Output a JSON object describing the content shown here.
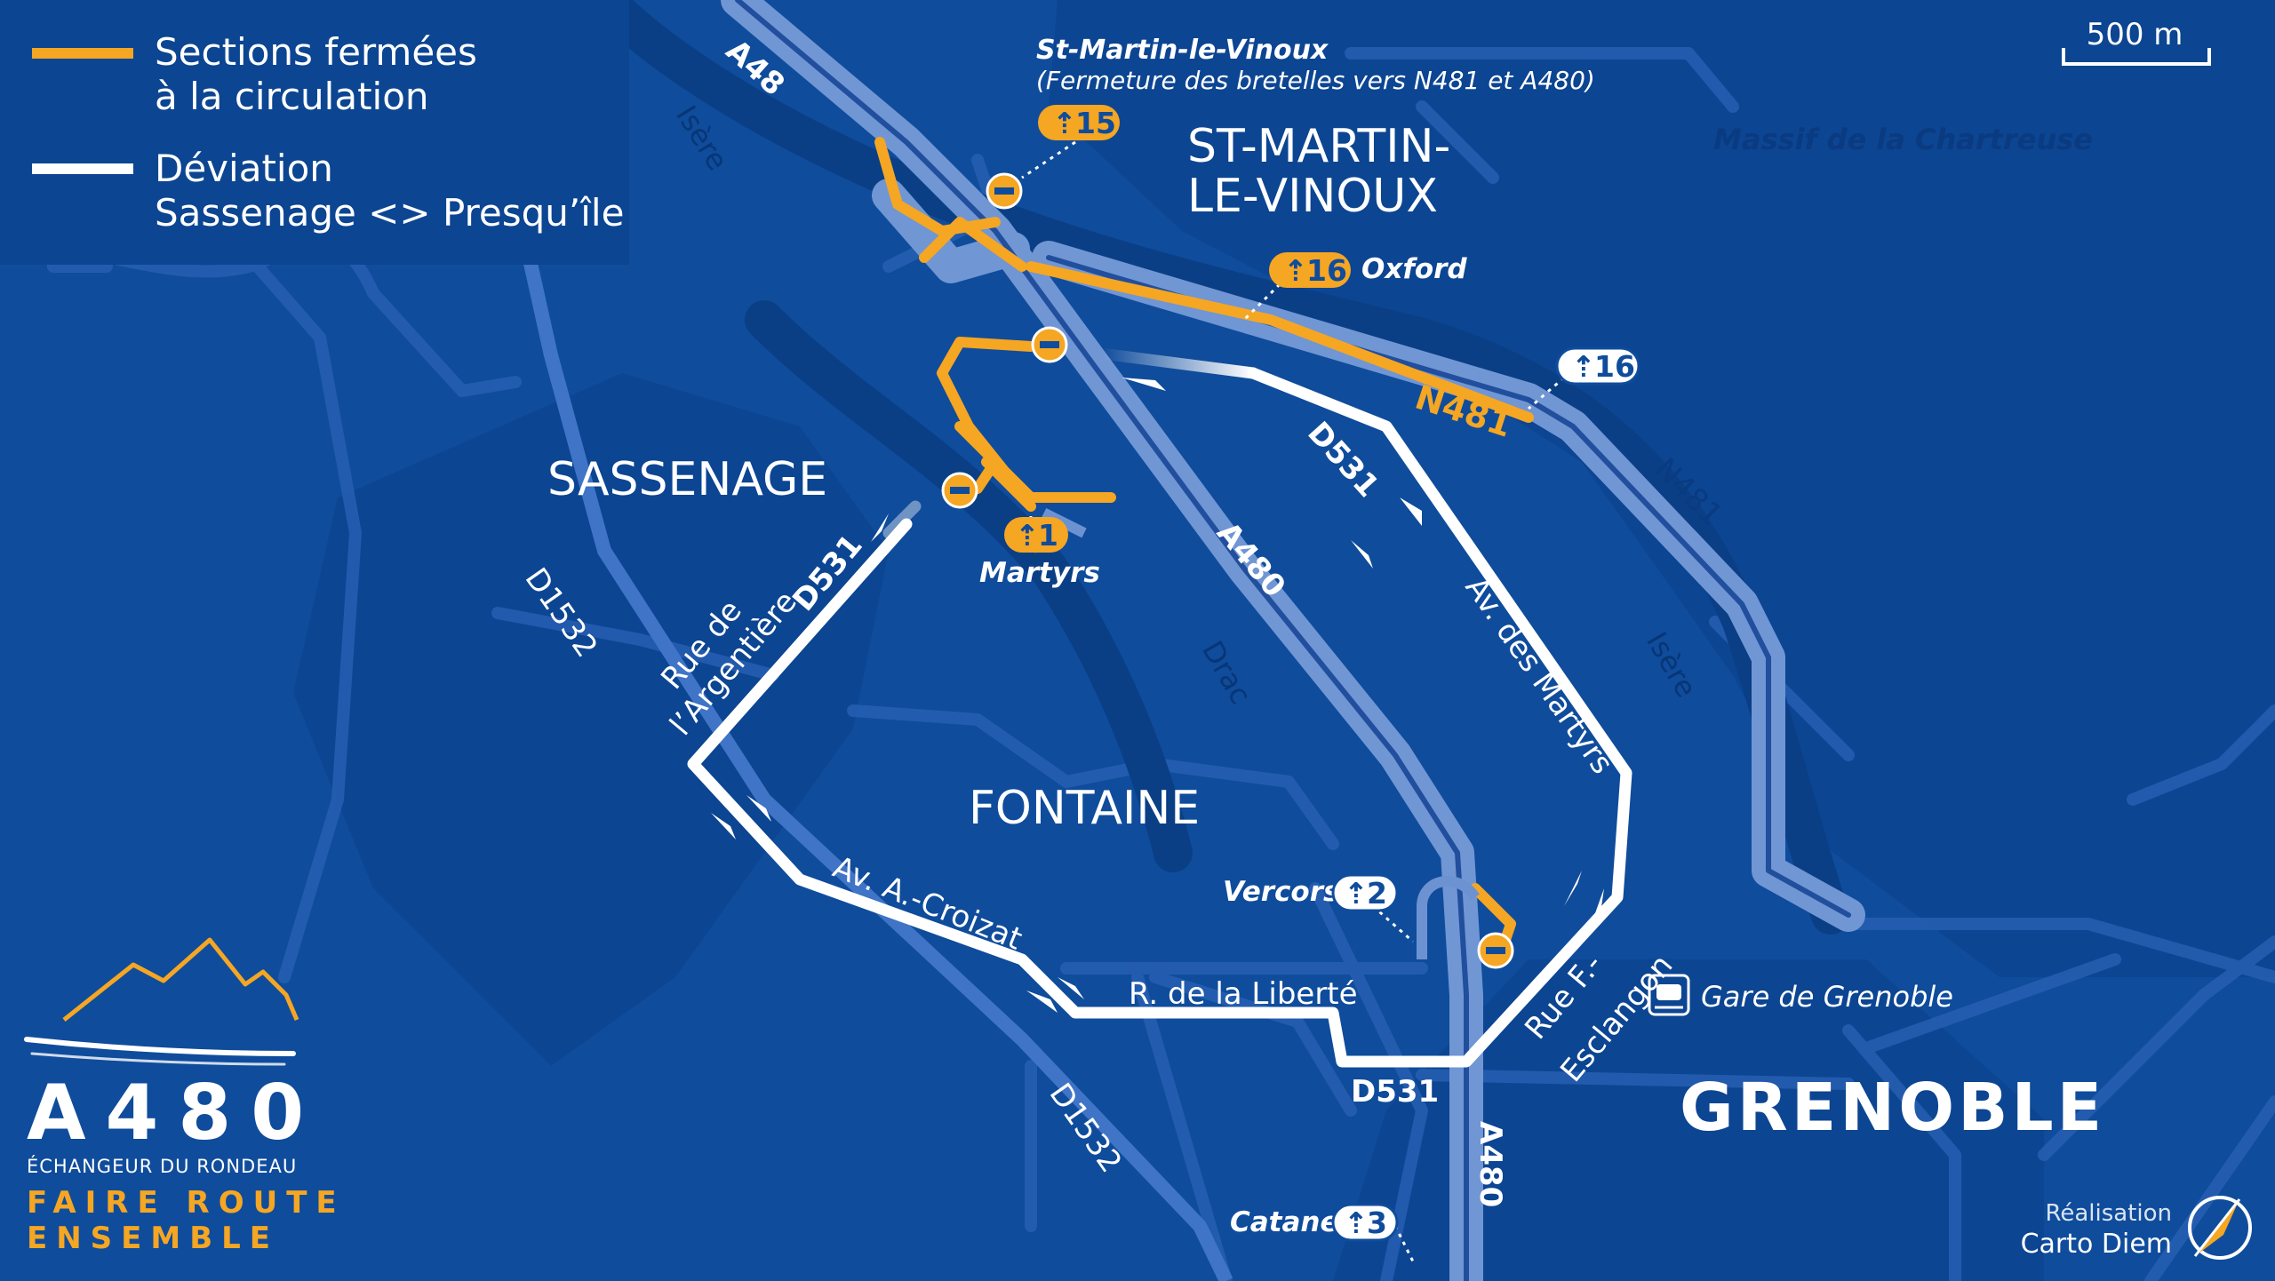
{
  "legend": {
    "closed_line1": "Sections fermées",
    "closed_line2": "à la circulation",
    "detour_line1": "Déviation",
    "detour_line2": "Sassenage <> Presqu’île",
    "closed_color": "#f5a623",
    "detour_color": "#ffffff"
  },
  "scale": {
    "label": "500 m"
  },
  "notice": {
    "title": "St-Martin-le-Vinoux",
    "subtitle": "(Fermeture des bretelles vers N481 et A480)"
  },
  "places": {
    "st_martin_line1": "ST-MARTIN-",
    "st_martin_line2": "LE-VINOUX",
    "sassenage": "SASSENAGE",
    "fontaine": "FONTAINE",
    "grenoble": "GRENOBLE",
    "chartreuse": "Massif de la Chartreuse"
  },
  "rivers": {
    "isere": "Isère",
    "drac": "Drac"
  },
  "roads": {
    "a48": "A48",
    "a480": "A480",
    "n481": "N481",
    "d531": "D531",
    "d1532": "D1532",
    "rue_argentiere_line1": "Rue de",
    "rue_argentiere_line2": "l’Argentière",
    "av_martyrs": "Av. des Martyrs",
    "av_croizat": "Av. A.-Croizat",
    "r_liberte": "R. de la Liberté",
    "rue_esclangon_line1": "Rue F.-",
    "rue_esclangon_line2": "Esclangon"
  },
  "exits": {
    "e15": "15",
    "e16_oxford": "16",
    "e16_n481": "16",
    "e1": "1",
    "e2": "2",
    "e3": "3",
    "oxford": "Oxford",
    "martyrs": "Martyrs",
    "vercors": "Vercors",
    "catane": "Catane"
  },
  "poi": {
    "gare": "Gare de Grenoble"
  },
  "brand": {
    "title": "A480",
    "subtitle": "ÉCHANGEUR DU RONDEAU",
    "tagline1": "FAIRE ROUTE",
    "tagline2": "ENSEMBLE"
  },
  "credit": {
    "line1": "Réalisation",
    "line2": "Carto Diem"
  },
  "colors": {
    "background": "#0f4c9c",
    "accent": "#f5a623",
    "motorway": "#6d92d2"
  }
}
